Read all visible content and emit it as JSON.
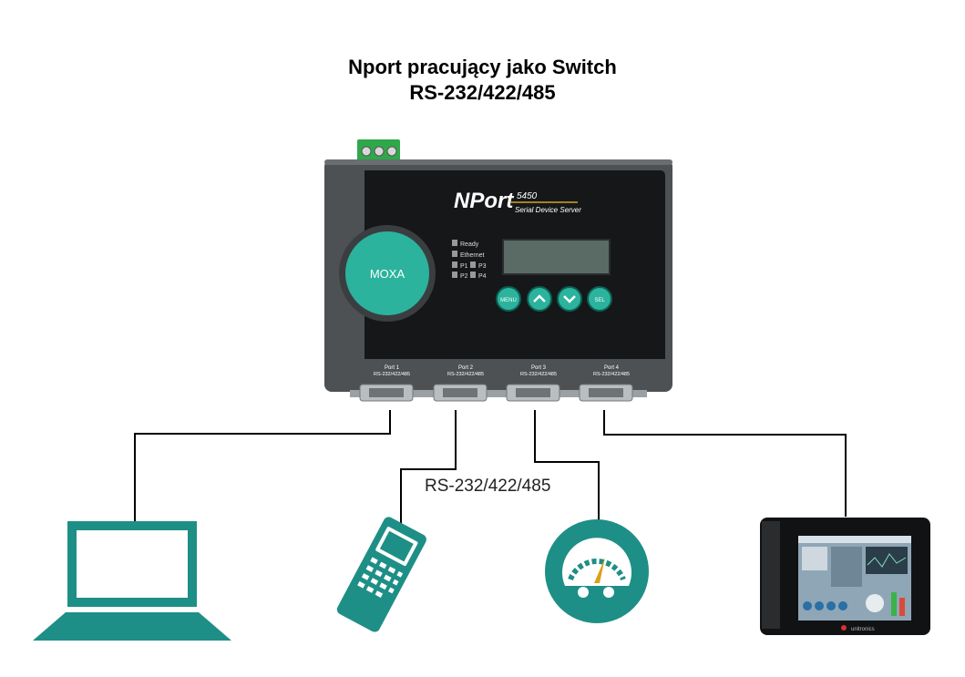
{
  "diagram": {
    "title_line1": "Nport pracujący jako Switch",
    "title_line2": "RS-232/422/485",
    "connection_label": "RS-232/422/485"
  },
  "device": {
    "brand": "MOXA",
    "product": "NPort",
    "model": "5450",
    "subtitle": "Serial Device Server",
    "leds": [
      "Ready",
      "Ethernet",
      "P1",
      "P3",
      "P2",
      "P4"
    ],
    "buttons": [
      "MENU",
      "",
      "",
      "SEL"
    ],
    "ports": [
      {
        "name": "Port 1",
        "type": "RS-232/422/485"
      },
      {
        "name": "Port 2",
        "type": "RS-232/422/485"
      },
      {
        "name": "Port 3",
        "type": "RS-232/422/485"
      },
      {
        "name": "Port 4",
        "type": "RS-232/422/485"
      }
    ],
    "hmi_brand": "unitronics"
  },
  "colors": {
    "teal": "#1e8f86",
    "device_body": "#4d5153",
    "panel": "#151719",
    "lcd": "#5a6b66",
    "button": "#2bb39d"
  },
  "icons": [
    "laptop-icon",
    "handheld-terminal-icon",
    "gauge-icon",
    "hmi-panel-icon"
  ]
}
